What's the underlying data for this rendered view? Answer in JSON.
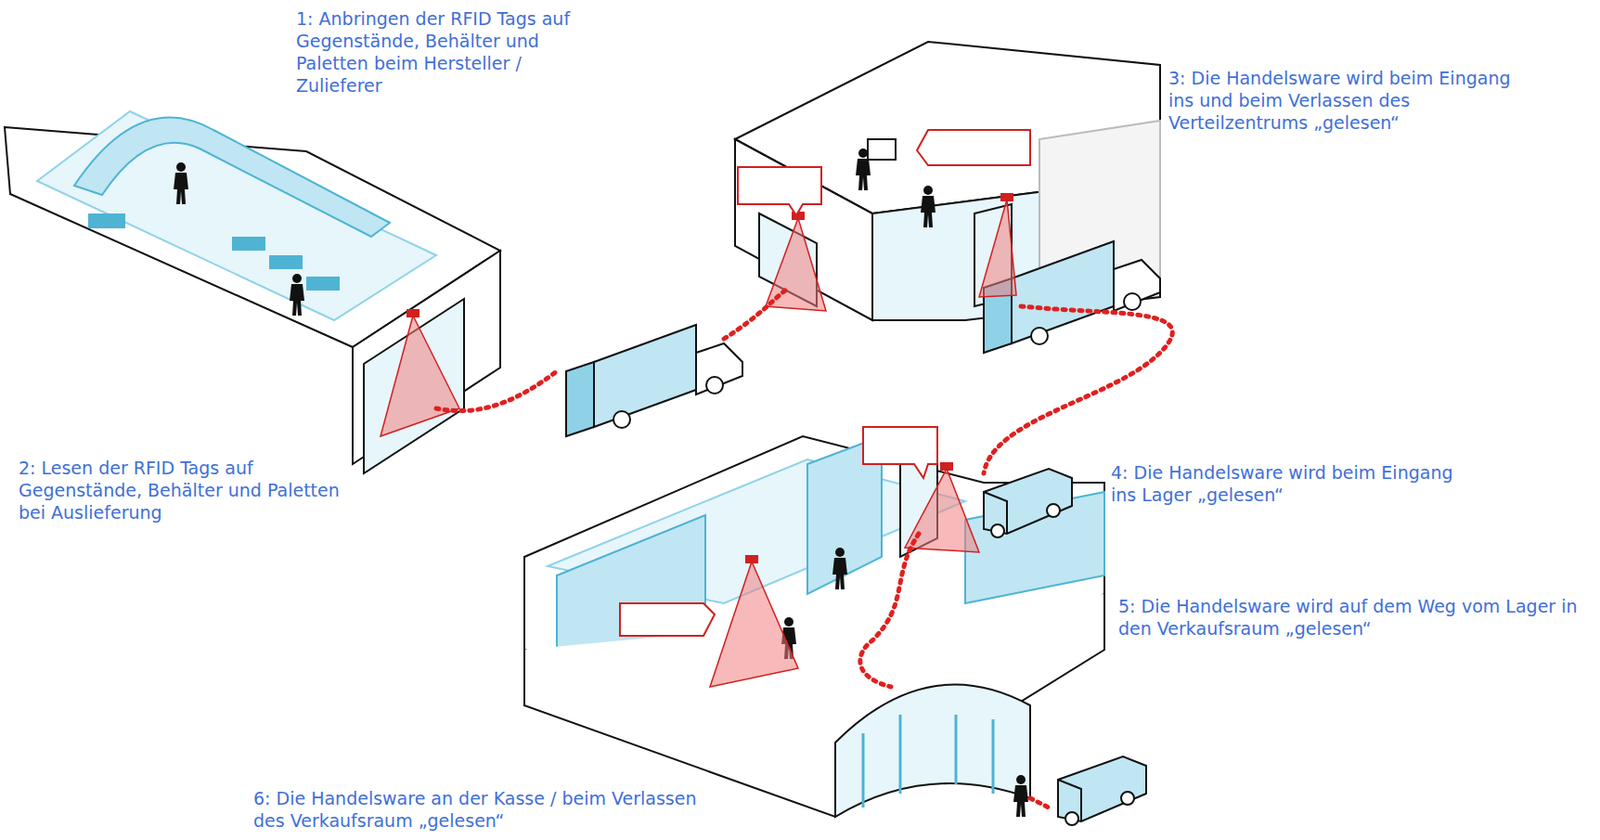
{
  "diagram": {
    "labels": [
      "1: Anbringen der RFID Tags auf Gegenstände, Behälter und Paletten beim Hersteller / Zulieferer",
      "2: Lesen der RFID Tags auf Gegenstände, Behälter und Paletten bei Auslieferung",
      "3: Die Handelsware wird beim Eingang ins und beim Verlassen des Verteilzentrums „gelesen“",
      "4: Die Handelsware wird beim Eingang ins Lager „gelesen“",
      "5: Die Handelsware wird auf dem Weg vom Lager in den Verkaufsraum „gelesen“",
      "6: Die Handelsware an der Kasse / beim Verlassen des Verkaufsraum „gelesen“"
    ]
  }
}
